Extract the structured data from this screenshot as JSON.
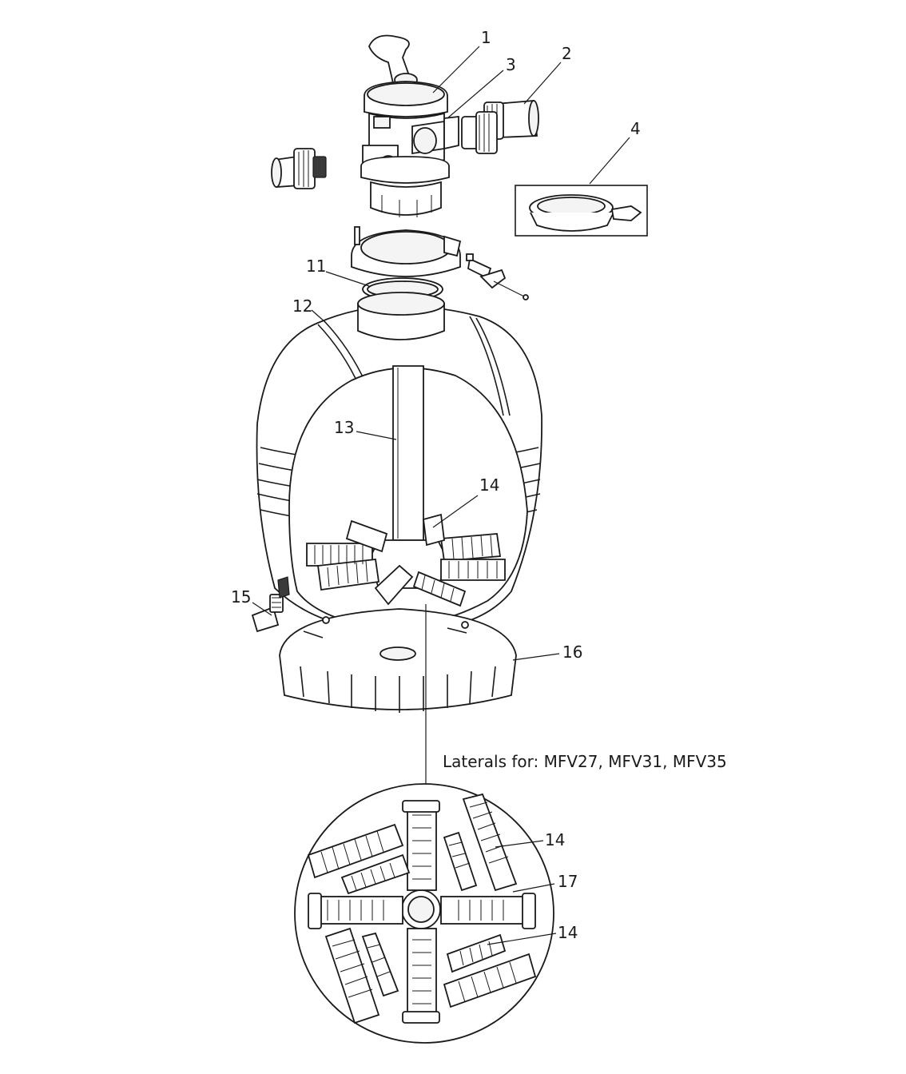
{
  "callouts": {
    "c1": "1",
    "c2": "2",
    "c3": "3",
    "c4": "4",
    "c11": "11",
    "c12": "12",
    "c13": "13",
    "c14a": "14",
    "c15": "15",
    "c16": "16",
    "c14b": "14",
    "c17": "17",
    "c14c": "14"
  },
  "caption": "Laterals for: MFV27, MFV31, MFV35",
  "colors": {
    "ink": "#1a1a1a",
    "accent": "#9ad0df"
  }
}
